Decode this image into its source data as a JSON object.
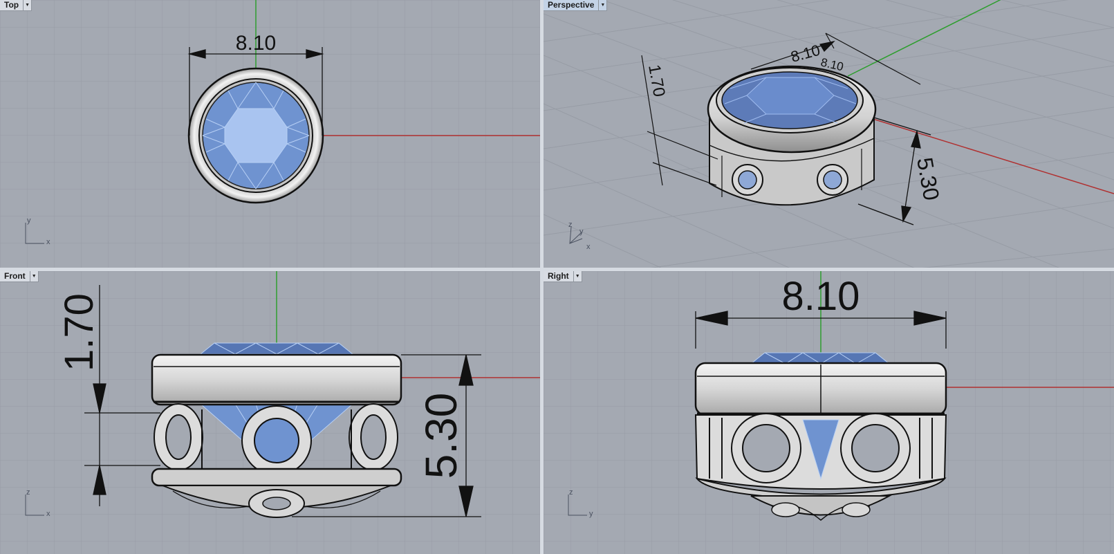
{
  "viewports": {
    "top": {
      "label": "Top",
      "active": false,
      "menu_icon": "dropdown-arrow-icon",
      "axes": [
        "y",
        "x"
      ]
    },
    "perspective": {
      "label": "Perspective",
      "active": true,
      "menu_icon": "dropdown-arrow-icon",
      "axes": [
        "z",
        "y",
        "x"
      ]
    },
    "front": {
      "label": "Front",
      "active": false,
      "menu_icon": "dropdown-arrow-icon",
      "axes": [
        "z",
        "x"
      ]
    },
    "right": {
      "label": "Right",
      "active": false,
      "menu_icon": "dropdown-arrow-icon",
      "axes": [
        "z",
        "y"
      ]
    }
  },
  "dimensions": {
    "diameter": "8.10",
    "bezel_height": "1.70",
    "total_height": "5.30"
  },
  "colors": {
    "viewport_bg": "#a4a9b2",
    "grid": "#979ca5",
    "axis_x": "#b03030",
    "axis_y": "#2f9e2f",
    "gem": "#7ea2e2",
    "metal": "#e4e4e4"
  }
}
